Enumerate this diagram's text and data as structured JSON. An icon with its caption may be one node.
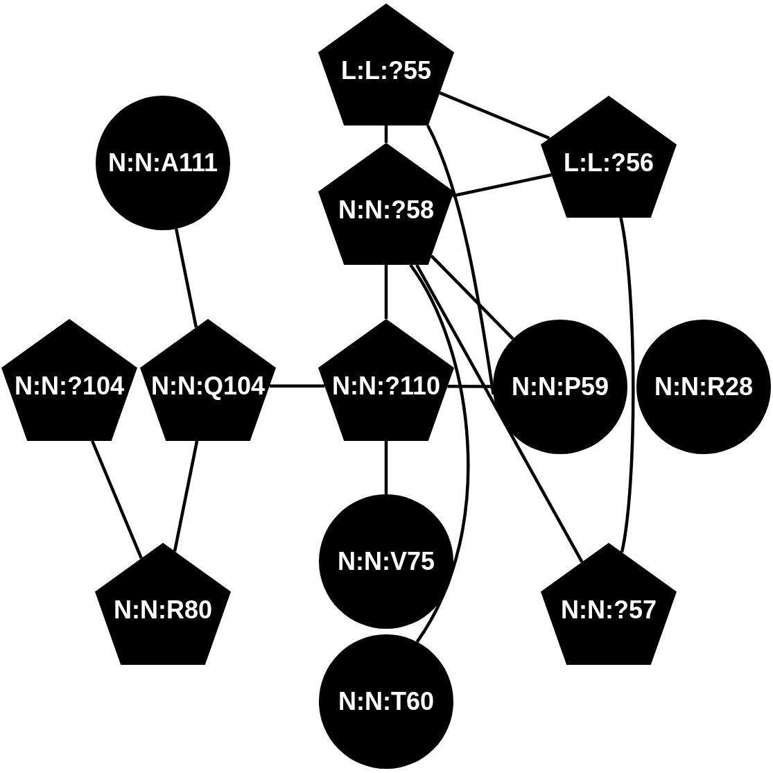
{
  "diagram": {
    "nodes": [
      {
        "text": [
          "L:L:?55"
        ]
      },
      {
        "text": [
          "N:N:A111"
        ]
      },
      {
        "text": [
          "L:L:?56"
        ]
      },
      {
        "text": [
          "N:N:?58"
        ]
      },
      {
        "text": [
          "N:N:?104"
        ]
      },
      {
        "text": [
          "N:N:Q104"
        ]
      },
      {
        "text": [
          "N:N:?110"
        ]
      },
      {
        "text": [
          "N:N:P59"
        ]
      },
      {
        "text": [
          "N:N:R28"
        ]
      },
      {
        "text": [
          "N:N:V75"
        ]
      },
      {
        "text": [
          "N:N:R80"
        ]
      },
      {
        "text": [
          "N:N:?57"
        ]
      },
      {
        "text": [
          "N:N:T60"
        ]
      }
    ],
    "edges": [
      {
        "from": 0,
        "to": 3,
        "arrow": "none"
      },
      {
        "from": 0,
        "to": 2,
        "arrow": "none"
      },
      {
        "from": 0,
        "to": 7,
        "arrow": "none"
      },
      {
        "from": 1,
        "to": 5,
        "arrow": "none"
      },
      {
        "from": 2,
        "to": 3,
        "arrow": "none"
      },
      {
        "from": 2,
        "to": 11,
        "arrow": "none"
      },
      {
        "from": 3,
        "to": 6,
        "arrow": "none"
      },
      {
        "from": 3,
        "to": 7,
        "arrow": "none"
      },
      {
        "from": 3,
        "to": 11,
        "arrow": "none"
      },
      {
        "from": 3,
        "to": 12,
        "arrow": "none"
      },
      {
        "from": 4,
        "to": 10,
        "arrow": "none"
      },
      {
        "from": 5,
        "to": 10,
        "arrow": "none"
      },
      {
        "from": 5,
        "to": 6,
        "arrow": "none"
      },
      {
        "from": 6,
        "to": 7,
        "arrow": "none"
      },
      {
        "from": 6,
        "to": 9,
        "arrow": "none"
      }
    ]
  }
}
